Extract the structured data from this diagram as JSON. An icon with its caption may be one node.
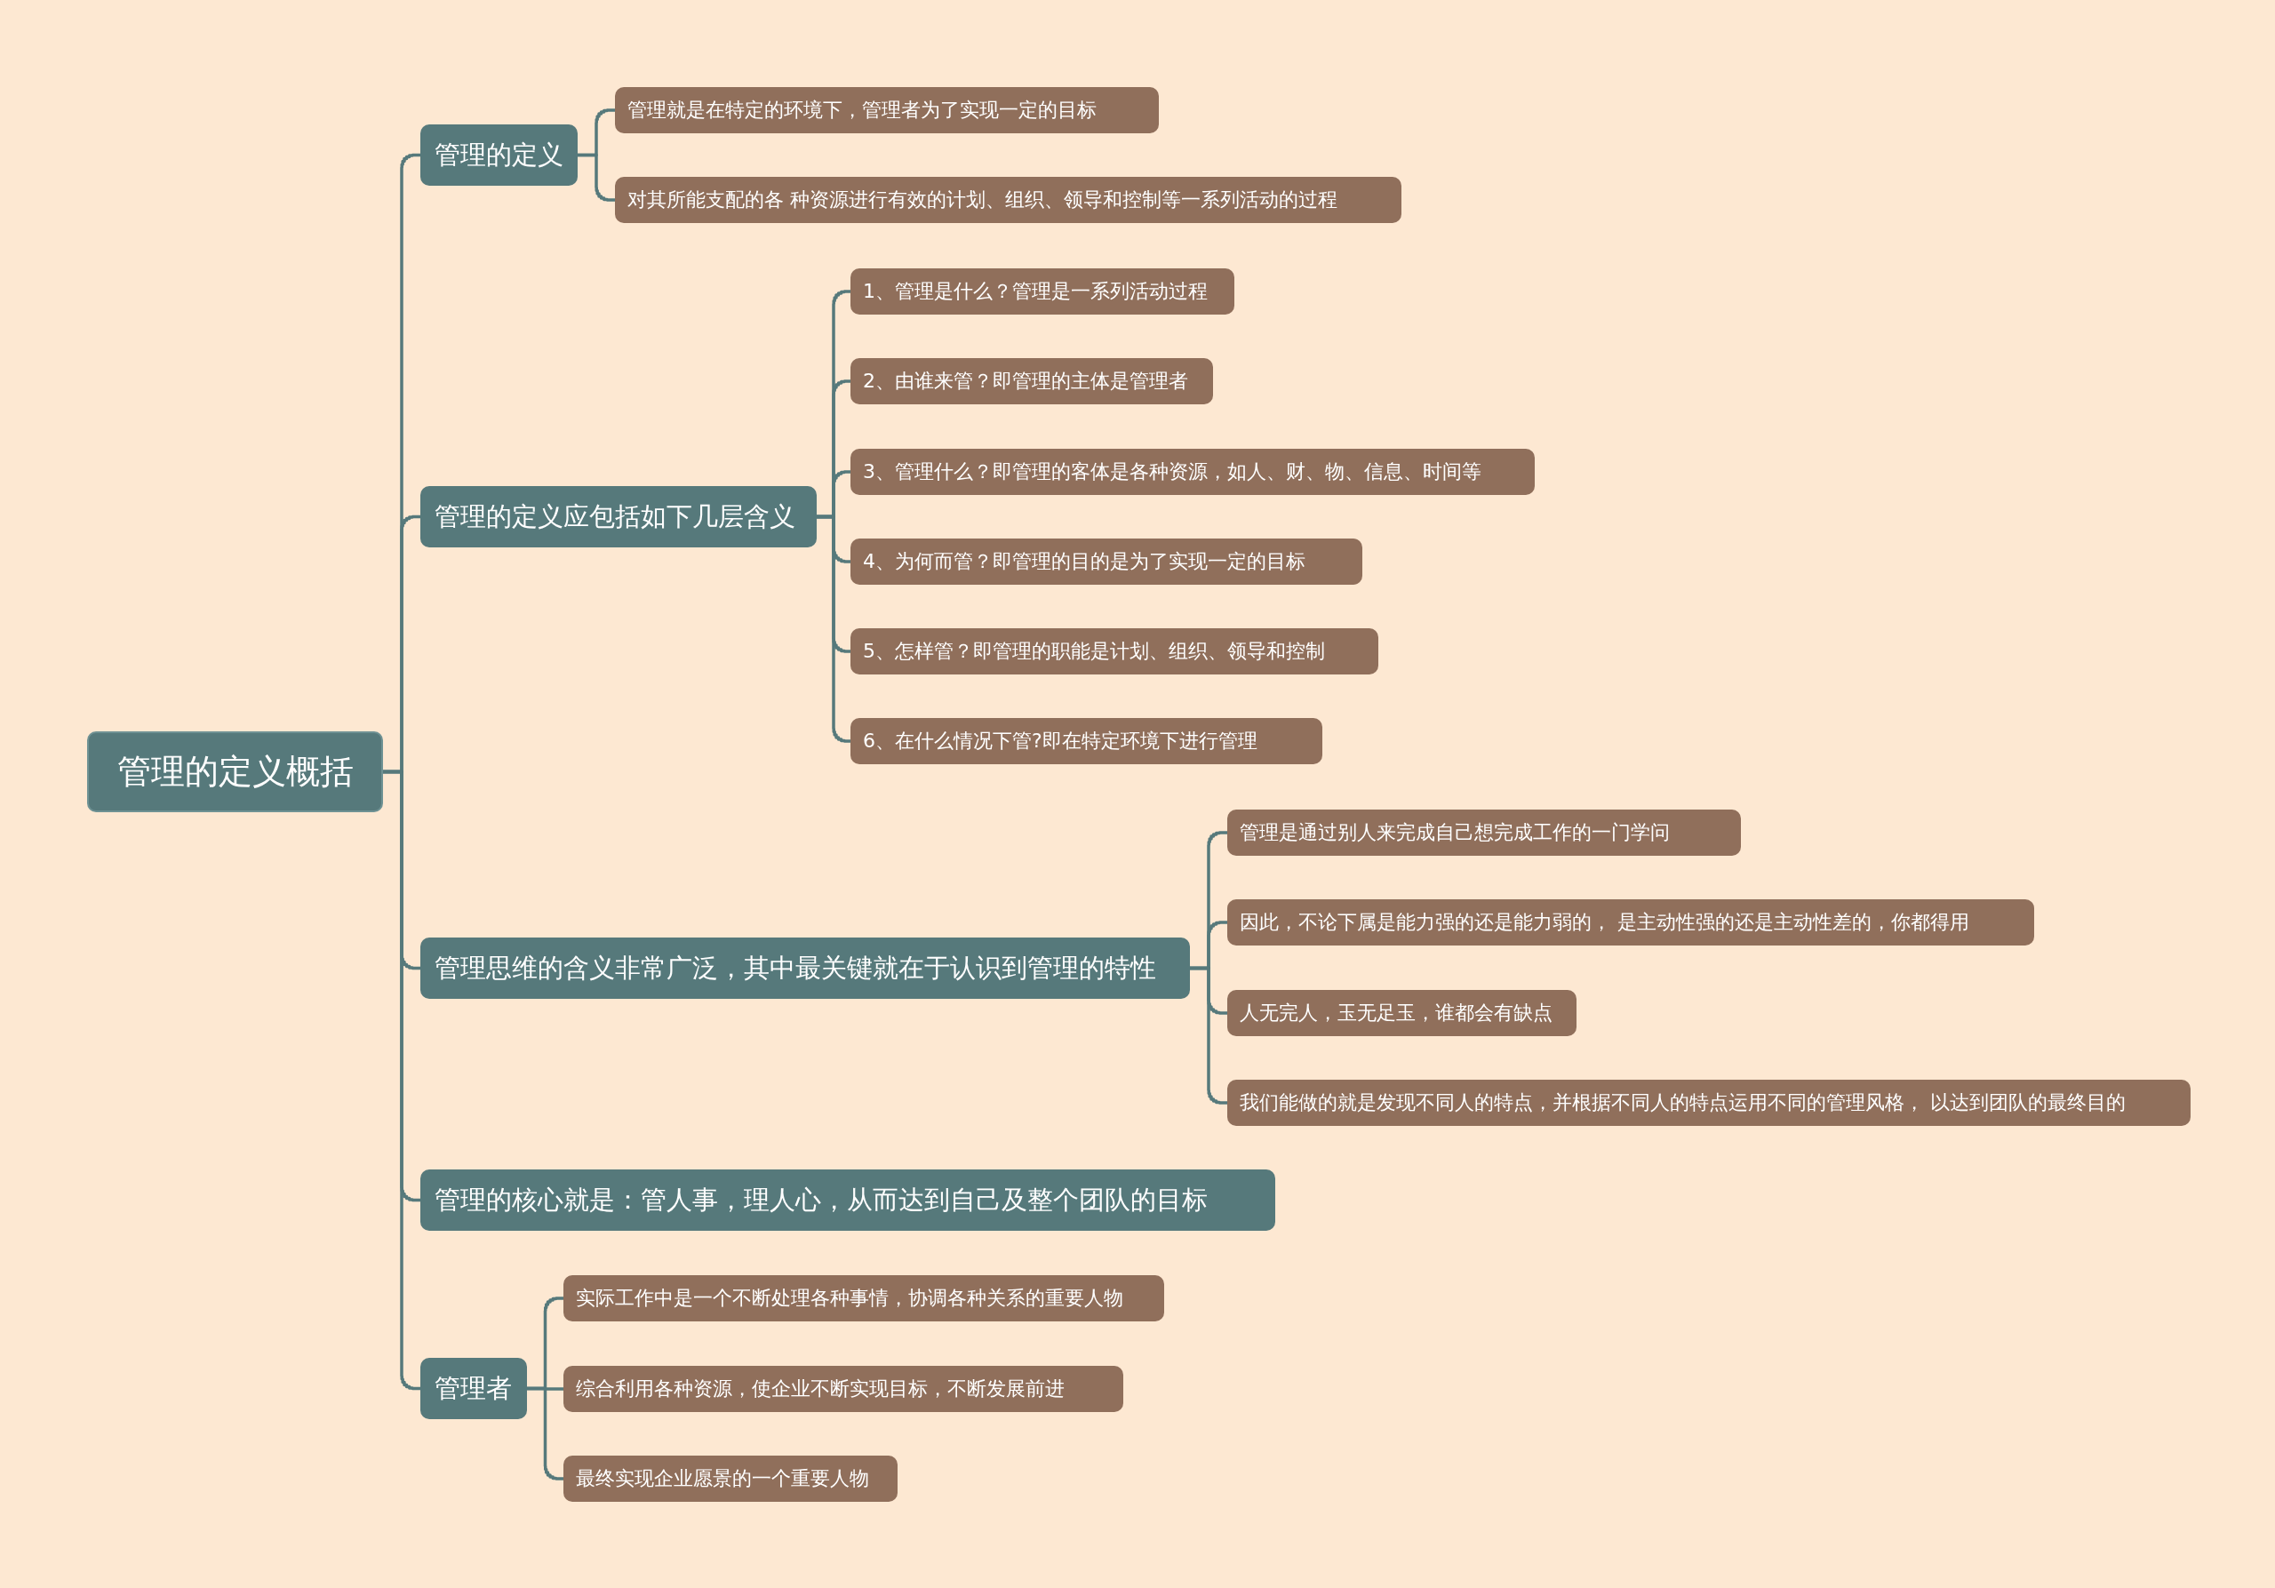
{
  "diagram": {
    "nodes": [
      {
        "text": [
          "管理的定义概括"
        ]
      },
      {
        "text": [
          "管理的定义"
        ]
      },
      {
        "text": [
          "管理就是在特定的环境下，管理者为了实现一定的目标"
        ]
      },
      {
        "text": [
          "对其所能支配的各 种资源进行有效的计划、组织、领导和控制等一系列活动的过程"
        ]
      },
      {
        "text": [
          "管理的定义应包括如下几层含义"
        ]
      },
      {
        "text": [
          "1、管理是什么？管理是一系列活动过程"
        ]
      },
      {
        "text": [
          "2、由谁来管？即管理的主体是管理者"
        ]
      },
      {
        "text": [
          "3、管理什么？即管理的客体是各种资源，如人、财、物、信息、时间等"
        ]
      },
      {
        "text": [
          "4、为何而管？即管理的目的是为了实现一定的目标"
        ]
      },
      {
        "text": [
          "5、怎样管？即管理的职能是计划、组织、领导和控制"
        ]
      },
      {
        "text": [
          "6、在什么情况下管?即在特定环境下进行管理"
        ]
      },
      {
        "text": [
          "管理思维的含义非常广泛，其中最关键就在于认识到管理的特性"
        ]
      },
      {
        "text": [
          "管理是通过别人来完成自己想完成工作的一门学问"
        ]
      },
      {
        "text": [
          "因此，不论下属是能力强的还是能力弱的， 是主动性强的还是主动性差的，你都得用"
        ]
      },
      {
        "text": [
          "人无完人，玉无足玉，谁都会有缺点"
        ]
      },
      {
        "text": [
          "我们能做的就是发现不同人的特点，并根据不同人的特点运用不同的管理风格， 以达到团队的最终目的"
        ]
      },
      {
        "text": [
          "管理的核心就是：管人事，理人心，从而达到自己及整个团队的目标"
        ]
      },
      {
        "text": [
          "管理者"
        ]
      },
      {
        "text": [
          "实际工作中是一个不断处理各种事情，协调各种关系的重要人物"
        ]
      },
      {
        "text": [
          "综合利用各种资源，使企业不断实现目标，不断发展前进"
        ]
      },
      {
        "text": [
          "最终实现企业愿景的一个重要人物"
        ]
      }
    ],
    "edges": [
      {
        "from": 0,
        "to": 1,
        "arrow": "none"
      },
      {
        "from": 0,
        "to": 4,
        "arrow": "none"
      },
      {
        "from": 0,
        "to": 11,
        "arrow": "none"
      },
      {
        "from": 0,
        "to": 16,
        "arrow": "none"
      },
      {
        "from": 0,
        "to": 17,
        "arrow": "none"
      },
      {
        "from": 1,
        "to": 2,
        "arrow": "none"
      },
      {
        "from": 1,
        "to": 3,
        "arrow": "none"
      },
      {
        "from": 4,
        "to": 5,
        "arrow": "none"
      },
      {
        "from": 4,
        "to": 6,
        "arrow": "none"
      },
      {
        "from": 4,
        "to": 7,
        "arrow": "none"
      },
      {
        "from": 4,
        "to": 8,
        "arrow": "none"
      },
      {
        "from": 4,
        "to": 9,
        "arrow": "none"
      },
      {
        "from": 4,
        "to": 10,
        "arrow": "none"
      },
      {
        "from": 11,
        "to": 12,
        "arrow": "none"
      },
      {
        "from": 11,
        "to": 13,
        "arrow": "none"
      },
      {
        "from": 11,
        "to": 14,
        "arrow": "none"
      },
      {
        "from": 11,
        "to": 15,
        "arrow": "none"
      },
      {
        "from": 17,
        "to": 18,
        "arrow": "none"
      },
      {
        "from": 17,
        "to": 19,
        "arrow": "none"
      },
      {
        "from": 17,
        "to": 20,
        "arrow": "none"
      }
    ]
  }
}
